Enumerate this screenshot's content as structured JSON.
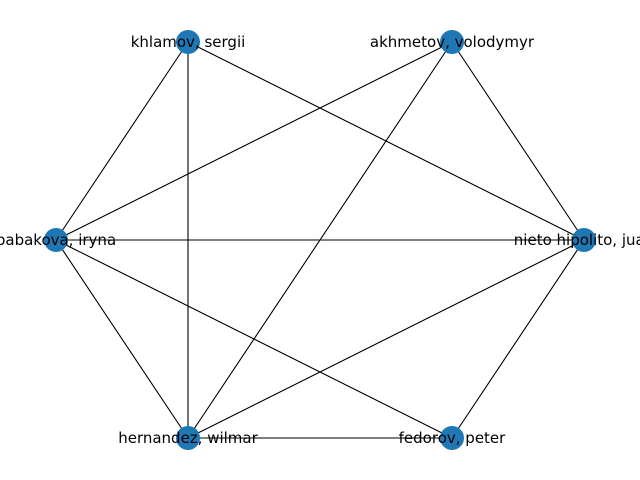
{
  "graph": {
    "node_color": "#1f77b4",
    "edge_color": "#000000",
    "nodes": [
      {
        "id": "khlamov",
        "label": "khlamov, sergii"
      },
      {
        "id": "akhmetov",
        "label": "akhmetov, volodymyr"
      },
      {
        "id": "babakova",
        "label": "babakova, iryna"
      },
      {
        "id": "nieto",
        "label": "nieto hipolito, juan"
      },
      {
        "id": "hernandez",
        "label": "hernandez, wilmar"
      },
      {
        "id": "fedorov",
        "label": "fedorov, peter"
      }
    ],
    "edges": [
      [
        "khlamov",
        "babakova"
      ],
      [
        "khlamov",
        "hernandez"
      ],
      [
        "khlamov",
        "nieto"
      ],
      [
        "akhmetov",
        "babakova"
      ],
      [
        "akhmetov",
        "hernandez"
      ],
      [
        "akhmetov",
        "nieto"
      ],
      [
        "babakova",
        "nieto"
      ],
      [
        "babakova",
        "hernandez"
      ],
      [
        "babakova",
        "fedorov"
      ],
      [
        "nieto",
        "hernandez"
      ],
      [
        "nieto",
        "fedorov"
      ],
      [
        "hernandez",
        "fedorov"
      ]
    ]
  }
}
